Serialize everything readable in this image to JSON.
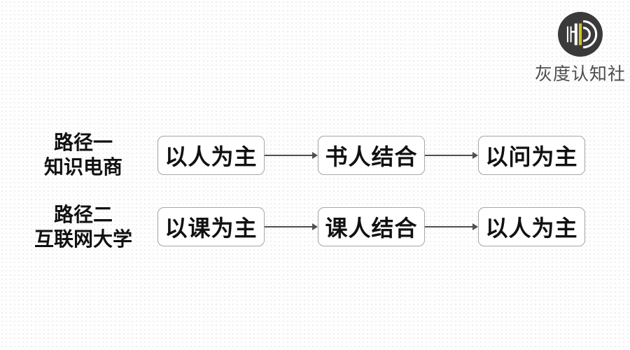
{
  "branding": {
    "monogram": "HD",
    "wordmark": "灰度认知社",
    "circle_color": "#3a3a3a",
    "accent_color": "#d2c227",
    "wordmark_color": "#4c4c4c"
  },
  "diagram": {
    "rows": [
      {
        "label_line1": "路径一",
        "label_line2": "知识电商",
        "steps": [
          "以人为主",
          "书人结合",
          "以问为主"
        ]
      },
      {
        "label_line1": "路径二",
        "label_line2": "互联网大学",
        "steps": [
          "以课为主",
          "课人结合",
          "以人为主"
        ]
      }
    ],
    "colors": {
      "box_border": "#a6a6a6",
      "box_fill": "#ffffff",
      "text": "#111111",
      "arrow": "#4f4f4f"
    }
  }
}
